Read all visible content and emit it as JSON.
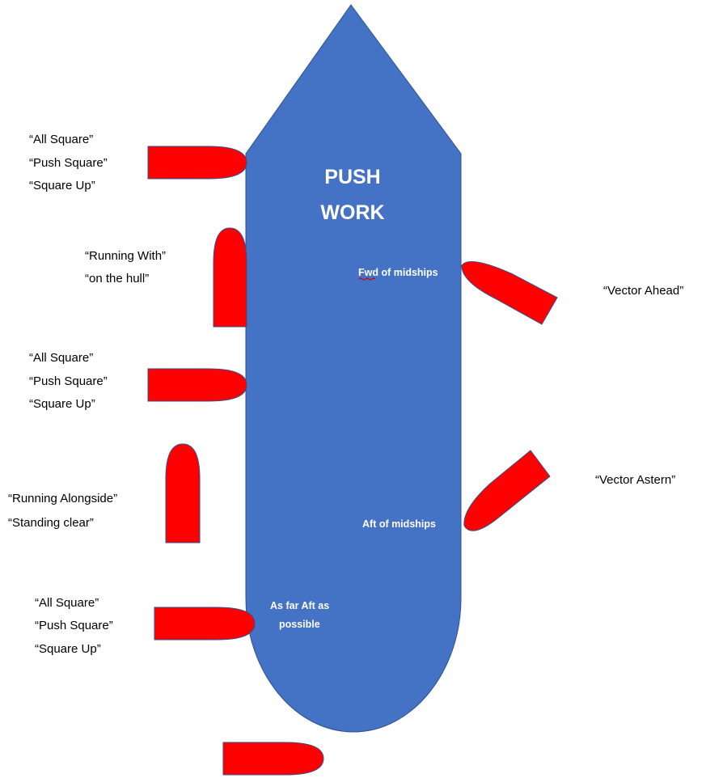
{
  "colors": {
    "hull": "#4472c4",
    "tug": "#ff0000",
    "tug_outline": "#2f528f",
    "text": "#000000",
    "hull_text": "#ffffff",
    "spellcheck_underline": "#cc0000"
  },
  "ship": {
    "title_line1": "PUSH",
    "title_line2": "WORK",
    "fwd_label_word": "Fwd",
    "fwd_label_rest": " of midships",
    "aft_label": "Aft of midships",
    "far_aft_line1": "As far Aft as",
    "far_aft_line2": "possible"
  },
  "labels": {
    "square_top": [
      "“All Square”",
      "“Push Square”",
      "“Square Up”"
    ],
    "running_with": [
      "“Running With”",
      "“on the hull”"
    ],
    "square_mid": [
      "“All Square”",
      "“Push Square”",
      "“Square Up”"
    ],
    "running_alongside": [
      "“Running Alongside”",
      "“Standing clear”"
    ],
    "square_aft": [
      "“All Square”",
      "“Push Square”",
      "“Square Up”"
    ],
    "vector_ahead": "“Vector Ahead”",
    "vector_astern": "“Vector Astern”"
  },
  "tugs": [
    {
      "name": "tug-square-top",
      "position": "port-forward",
      "orientation": "pushing-square"
    },
    {
      "name": "tug-running-with",
      "position": "port-forward",
      "orientation": "running-with"
    },
    {
      "name": "tug-square-mid",
      "position": "port-midships",
      "orientation": "pushing-square"
    },
    {
      "name": "tug-running-alongside",
      "position": "port-aft",
      "orientation": "running-alongside"
    },
    {
      "name": "tug-square-aft",
      "position": "port-aft",
      "orientation": "pushing-square"
    },
    {
      "name": "tug-vector-ahead",
      "position": "starboard-forward",
      "orientation": "vector-ahead"
    },
    {
      "name": "tug-vector-astern",
      "position": "starboard-aft",
      "orientation": "vector-astern"
    },
    {
      "name": "tug-stern",
      "position": "below-stern",
      "orientation": "pushing-square"
    }
  ]
}
